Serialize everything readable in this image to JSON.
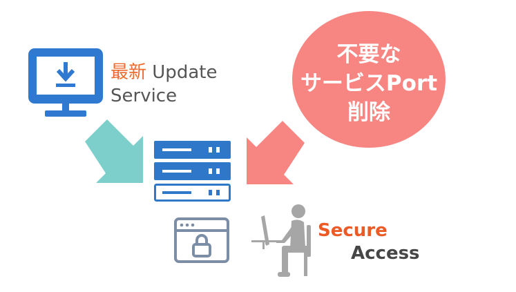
{
  "update": {
    "accent_text": "最新",
    "line1_rest": " Update",
    "line2": "Service"
  },
  "bubble": {
    "line1": "不要な",
    "line2": "サービスPort",
    "line3": "削除"
  },
  "secure": {
    "line1": "Secure",
    "line2": "Access"
  },
  "colors": {
    "accent": "#ec6a2e",
    "teal_arrow": "#7dcfcb",
    "salmon": "#f78682",
    "server_blue": "#2f77c9",
    "monitor_blue": "#2f7ad0",
    "gray_icon": "#a6a6a6",
    "lock_window": "#7c8ea6"
  },
  "icons": {
    "monitor": "download-monitor-icon",
    "server": "server-rack-icon",
    "lock_window": "locked-browser-window-icon",
    "person": "person-at-computer-icon"
  }
}
